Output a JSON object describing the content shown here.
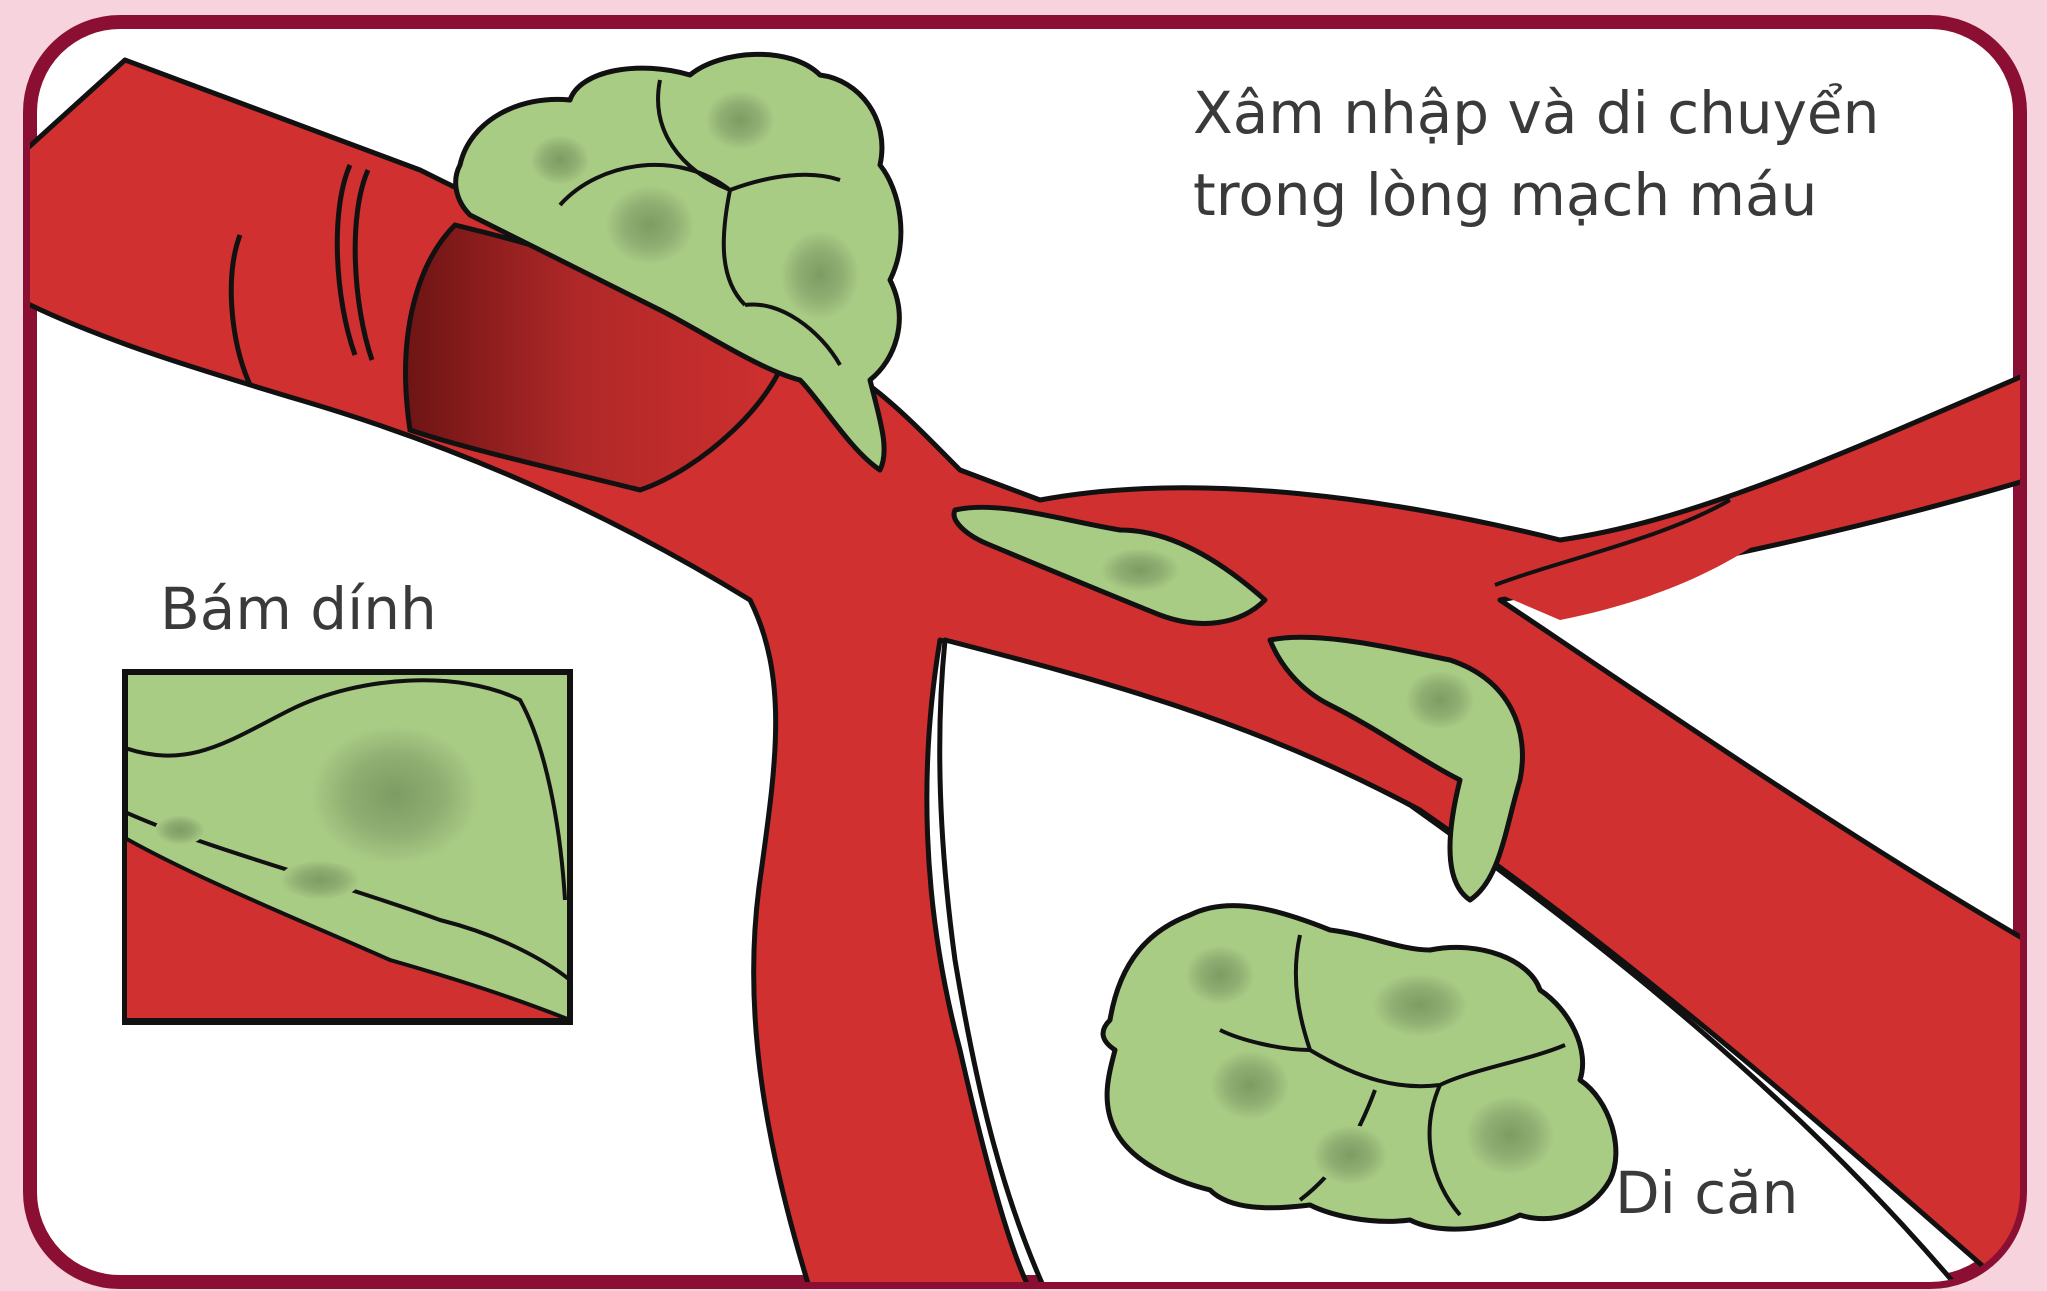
{
  "labels": {
    "invasion_line1": "Xâm nhập và di chuyển",
    "invasion_line2": "trong lòng mạch máu",
    "adhesion": "Bám dính",
    "metastasis": "Di căn"
  },
  "colors": {
    "background": "#f6d3dd",
    "frame_border": "#8b0f33",
    "panel": "#ffffff",
    "vessel": "#d0302f",
    "vessel_dark": "#a82525",
    "cell": "#a9cc85",
    "nucleus": "#7c9c64",
    "outline": "#111111"
  }
}
